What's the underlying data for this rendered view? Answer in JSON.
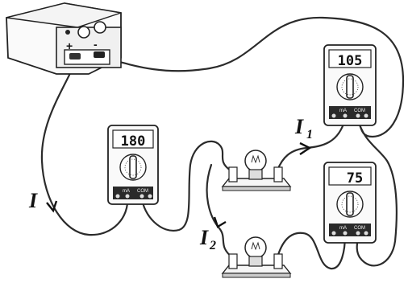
{
  "power_supply": {
    "plus_label": "+",
    "minus_label": "-"
  },
  "meter_main": {
    "reading": "180",
    "terminal_left": "mA",
    "terminal_right": "COM"
  },
  "meter_branch1": {
    "reading": "105",
    "terminal_left": "mA",
    "terminal_right": "COM"
  },
  "meter_branch2": {
    "reading": "75",
    "terminal_left": "mA",
    "terminal_right": "COM"
  },
  "current_labels": {
    "total": "I",
    "branch1": "I",
    "branch1_sub": "1",
    "branch2": "I",
    "branch2_sub": "2"
  }
}
